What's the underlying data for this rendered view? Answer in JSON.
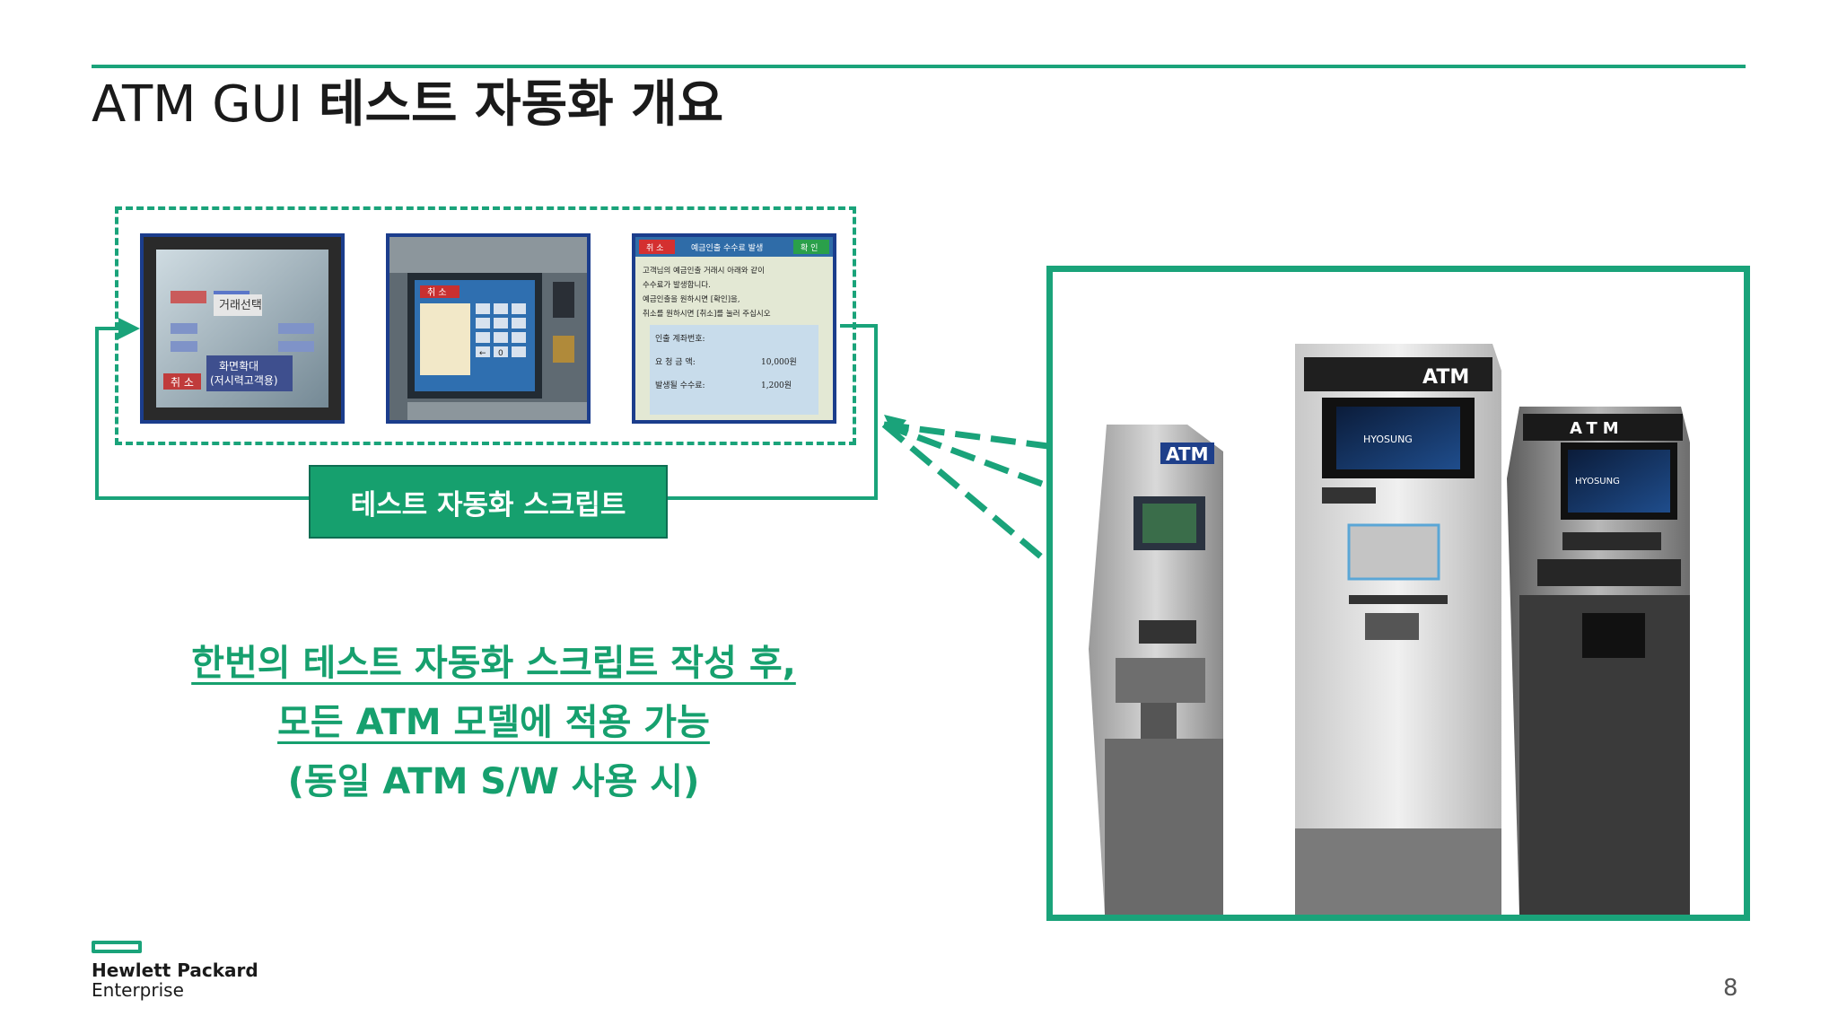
{
  "slide": {
    "title_en": "ATM GUI",
    "title_ko": "테스트 자동화 개요",
    "page_number": "8"
  },
  "script_box": {
    "label": "테스트 자동화 스크립트"
  },
  "message": {
    "line1": "한번의 테스트 자동화 스크립트 작성 후,",
    "line2": "모든 ATM 모델에 적용 가능",
    "line3": "(동일 ATM S/W 사용 시)"
  },
  "screens": [
    {
      "id": "screen-1",
      "texts": [
        "거래선택",
        "화면확대",
        "(저시력고객용)",
        "취 소"
      ]
    },
    {
      "id": "screen-2",
      "texts": [
        "취 소",
        "0",
        "←"
      ]
    },
    {
      "id": "screen-3",
      "texts": [
        "취 소",
        "예금인출 수수료 발생",
        "확 인",
        "고객님의 예금인출 거래시 아래와 같이",
        "수수료가 발생합니다.",
        "예금인출을 원하시면 [확인]을,",
        "취소를 원하시면 [취소]를 눌러 주십시오",
        "인출 계좌번호:",
        "요 청 금 액:",
        "10,000원",
        "발생될 수수료:",
        "1,200원"
      ]
    }
  ],
  "atm_photo": {
    "labels": [
      "ATM",
      "ATM",
      "ATM",
      "HYOSUNG",
      "HYOSUNG"
    ]
  },
  "footer": {
    "brand_line1": "Hewlett Packard",
    "brand_line2": "Enterprise"
  },
  "colors": {
    "accent": "#1aa37a",
    "accent_dark": "#0e8f63",
    "text": "#1a1a1a",
    "screen_border": "#1b3d8c"
  }
}
